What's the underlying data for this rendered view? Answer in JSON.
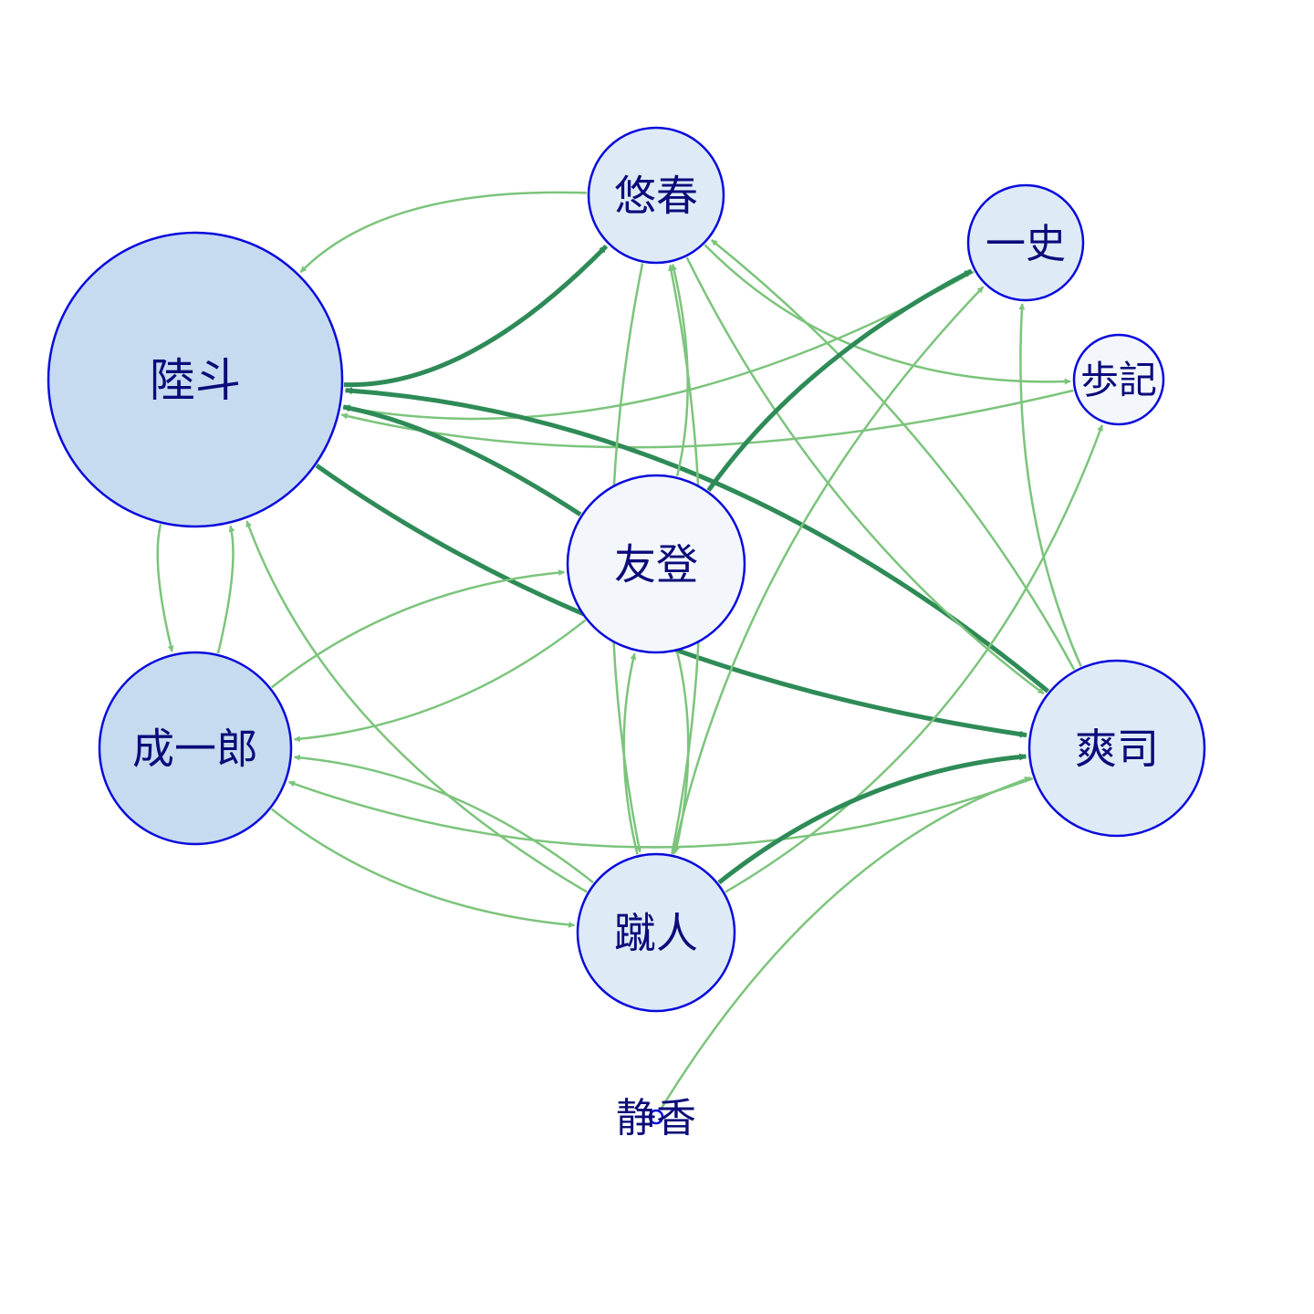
{
  "colors": {
    "background": "#ffffff",
    "node_stroke": "#0a0adc",
    "label": "#0b0b7a",
    "edge_light": "#7cc47c",
    "edge_dark": "#2e8b57"
  },
  "nodes": [
    {
      "id": "rikuto",
      "label": "陸斗",
      "fill": "#c6dbef"
    },
    {
      "id": "haruka",
      "label": "悠春",
      "fill": "#deebf7"
    },
    {
      "id": "kazufumi",
      "label": "一史",
      "fill": "#deebf7"
    },
    {
      "id": "aki",
      "label": "歩記",
      "fill": "#f3f7fc"
    },
    {
      "id": "tomo",
      "label": "友登",
      "fill": "#f3f7fc"
    },
    {
      "id": "seiichiro",
      "label": "成一郎",
      "fill": "#c6dbef"
    },
    {
      "id": "souji",
      "label": "爽司",
      "fill": "#deebf7"
    },
    {
      "id": "shuto",
      "label": "蹴人",
      "fill": "#deebf7"
    },
    {
      "id": "shizuka",
      "label": "静香",
      "fill": "#ffffff"
    }
  ],
  "edges": [
    {
      "from": "rikuto",
      "to": "haruka",
      "weight": "heavy"
    },
    {
      "from": "haruka",
      "to": "rikuto",
      "weight": "light"
    },
    {
      "from": "kazufumi",
      "to": "rikuto",
      "weight": "light"
    },
    {
      "from": "aki",
      "to": "rikuto",
      "weight": "light"
    },
    {
      "from": "souji",
      "to": "rikuto",
      "weight": "heavy"
    },
    {
      "from": "rikuto",
      "to": "souji",
      "weight": "heavy"
    },
    {
      "from": "tomo",
      "to": "rikuto",
      "weight": "heavy"
    },
    {
      "from": "rikuto",
      "to": "seiichiro",
      "weight": "light"
    },
    {
      "from": "seiichiro",
      "to": "rikuto",
      "weight": "light"
    },
    {
      "from": "shuto",
      "to": "rikuto",
      "weight": "light"
    },
    {
      "from": "haruka",
      "to": "aki",
      "weight": "light"
    },
    {
      "from": "tomo",
      "to": "haruka",
      "weight": "light"
    },
    {
      "from": "shuto",
      "to": "haruka",
      "weight": "light"
    },
    {
      "from": "souji",
      "to": "haruka",
      "weight": "light"
    },
    {
      "from": "haruka",
      "to": "shuto",
      "weight": "light"
    },
    {
      "from": "haruka",
      "to": "souji",
      "weight": "light"
    },
    {
      "from": "tomo",
      "to": "kazufumi",
      "weight": "heavy"
    },
    {
      "from": "shuto",
      "to": "kazufumi",
      "weight": "light"
    },
    {
      "from": "souji",
      "to": "kazufumi",
      "weight": "light"
    },
    {
      "from": "shuto",
      "to": "aki",
      "weight": "light"
    },
    {
      "from": "seiichiro",
      "to": "tomo",
      "weight": "light"
    },
    {
      "from": "tomo",
      "to": "seiichiro",
      "weight": "light"
    },
    {
      "from": "shuto",
      "to": "tomo",
      "weight": "light"
    },
    {
      "from": "tomo",
      "to": "shuto",
      "weight": "light"
    },
    {
      "from": "souji",
      "to": "seiichiro",
      "weight": "light"
    },
    {
      "from": "shuto",
      "to": "seiichiro",
      "weight": "light"
    },
    {
      "from": "seiichiro",
      "to": "shuto",
      "weight": "light"
    },
    {
      "from": "shuto",
      "to": "souji",
      "weight": "heavy"
    },
    {
      "from": "shizuka",
      "to": "souji",
      "weight": "light"
    }
  ]
}
